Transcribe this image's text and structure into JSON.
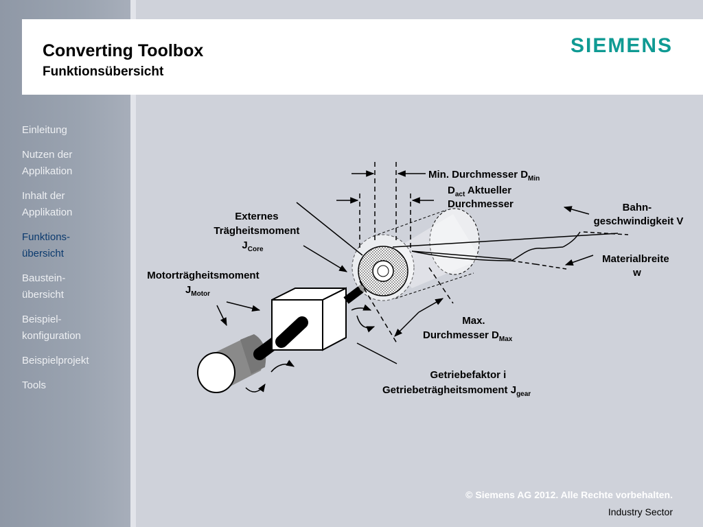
{
  "header": {
    "title": "Converting Toolbox",
    "subtitle": "Funktionsübersicht",
    "logo_text": "SIEMENS",
    "logo_color": "#0f9a93"
  },
  "sidebar": {
    "items": [
      {
        "label": "Einleitung",
        "active": false
      },
      {
        "label": "Nutzen der\nApplikation",
        "active": false
      },
      {
        "label": "Inhalt der\nApplikation",
        "active": false
      },
      {
        "label": "Funktions-\nübersicht",
        "active": true
      },
      {
        "label": "Baustein-\nübersicht",
        "active": false
      },
      {
        "label": "Beispiel-\nkonfiguration",
        "active": false
      },
      {
        "label": "Beispielprojekt",
        "active": false
      },
      {
        "label": "Tools",
        "active": false
      }
    ],
    "active_color": "#0b3a6e"
  },
  "diagram": {
    "min_diameter": {
      "text": "Min. Durchmesser D",
      "sub": "Min"
    },
    "act_diameter": {
      "line1_main": "D",
      "line1_sub": "act",
      "line1_rest": " Aktueller",
      "line2": "Durchmesser"
    },
    "web_speed": {
      "line1": "Bahn-",
      "line2": "geschwindigkeit V"
    },
    "ext_inertia": {
      "line1": "Externes",
      "line2": "Trägheitsmoment",
      "line3_main": "J",
      "line3_sub": "Core"
    },
    "material_width": {
      "line1": "Materialbreite",
      "line2": "w"
    },
    "motor_inertia": {
      "line1": "Motorträgheitsmoment",
      "line2_main": "J",
      "line2_sub": "Motor"
    },
    "max_diameter": {
      "line1": "Max.",
      "line2_main": "Durchmesser D",
      "line2_sub": "Max"
    },
    "gear": {
      "line1": "Getriebefaktor i",
      "line2_main": "Getriebeträgheitsmoment J",
      "line2_sub": "gear"
    }
  },
  "footer": {
    "copyright": "© Siemens AG 2012. Alle Rechte vorbehalten.",
    "sector": "Industry Sector"
  }
}
